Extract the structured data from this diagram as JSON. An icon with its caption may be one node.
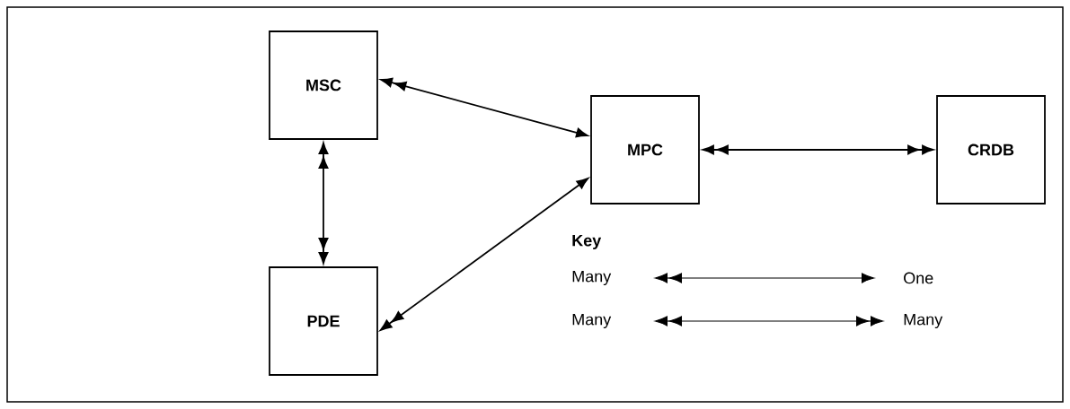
{
  "diagram": {
    "nodes": [
      {
        "text": [
          "MSC"
        ]
      },
      {
        "text": [
          "MPC"
        ]
      },
      {
        "text": [
          "CRDB"
        ]
      },
      {
        "text": [
          "PDE"
        ]
      }
    ],
    "edges": [
      {
        "from": 0,
        "to": 1,
        "arrow": "both"
      },
      {
        "from": 1,
        "to": 2,
        "arrow": "both"
      },
      {
        "from": 0,
        "to": 3,
        "arrow": "both"
      },
      {
        "from": 1,
        "to": 3,
        "arrow": "both"
      }
    ],
    "labels": [
      "Key",
      "Many",
      "One",
      "Many",
      "Many"
    ]
  }
}
